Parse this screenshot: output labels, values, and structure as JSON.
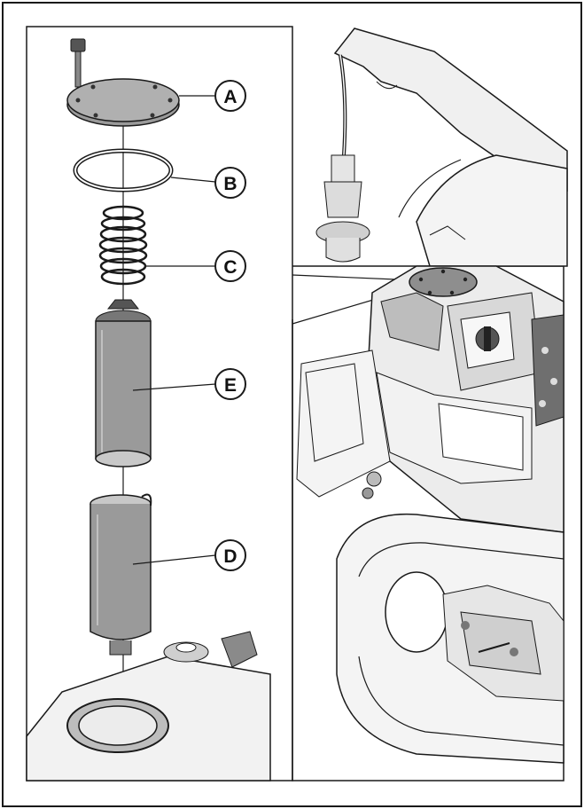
{
  "figure": {
    "callouts": [
      {
        "id": "A",
        "label": "A"
      },
      {
        "id": "B",
        "label": "B"
      },
      {
        "id": "C",
        "label": "C"
      },
      {
        "id": "E",
        "label": "E"
      },
      {
        "id": "D",
        "label": "D"
      }
    ]
  },
  "colors": {
    "line": "#1a1a1a",
    "part_fill": "#9a9a9a",
    "part_light": "#c8c8c8",
    "background": "#ffffff"
  }
}
